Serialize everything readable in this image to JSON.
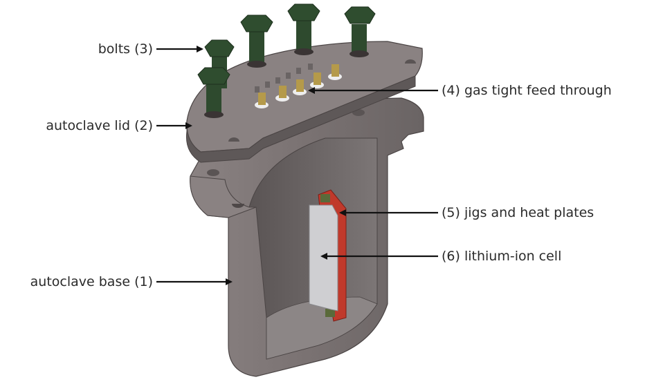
{
  "figure": {
    "title": "Autoclave assembly with lithium-ion cell",
    "labels": [
      {
        "id": "bolts",
        "text": "bolts (3)",
        "side": "left"
      },
      {
        "id": "autoclave-lid",
        "text": "autoclave lid (2)",
        "side": "left"
      },
      {
        "id": "autoclave-base",
        "text": "autoclave base (1)",
        "side": "left"
      },
      {
        "id": "gas-tight-feed-through",
        "text": "(4) gas tight feed through",
        "side": "right"
      },
      {
        "id": "jigs-and-heat-plates",
        "text": "(5) jigs and heat plates",
        "side": "right"
      },
      {
        "id": "lithium-ion-cell",
        "text": "(6) lithium-ion cell",
        "side": "right"
      }
    ],
    "colors": {
      "metal": "#7a7272",
      "metal_dark": "#5e5858",
      "metal_light": "#9a9292",
      "bolt": "#2e4a2e",
      "brass": "#b59a4a",
      "jig": "#c0392b",
      "cell": "#cfcfd2",
      "text": "#2a2a2a"
    }
  }
}
